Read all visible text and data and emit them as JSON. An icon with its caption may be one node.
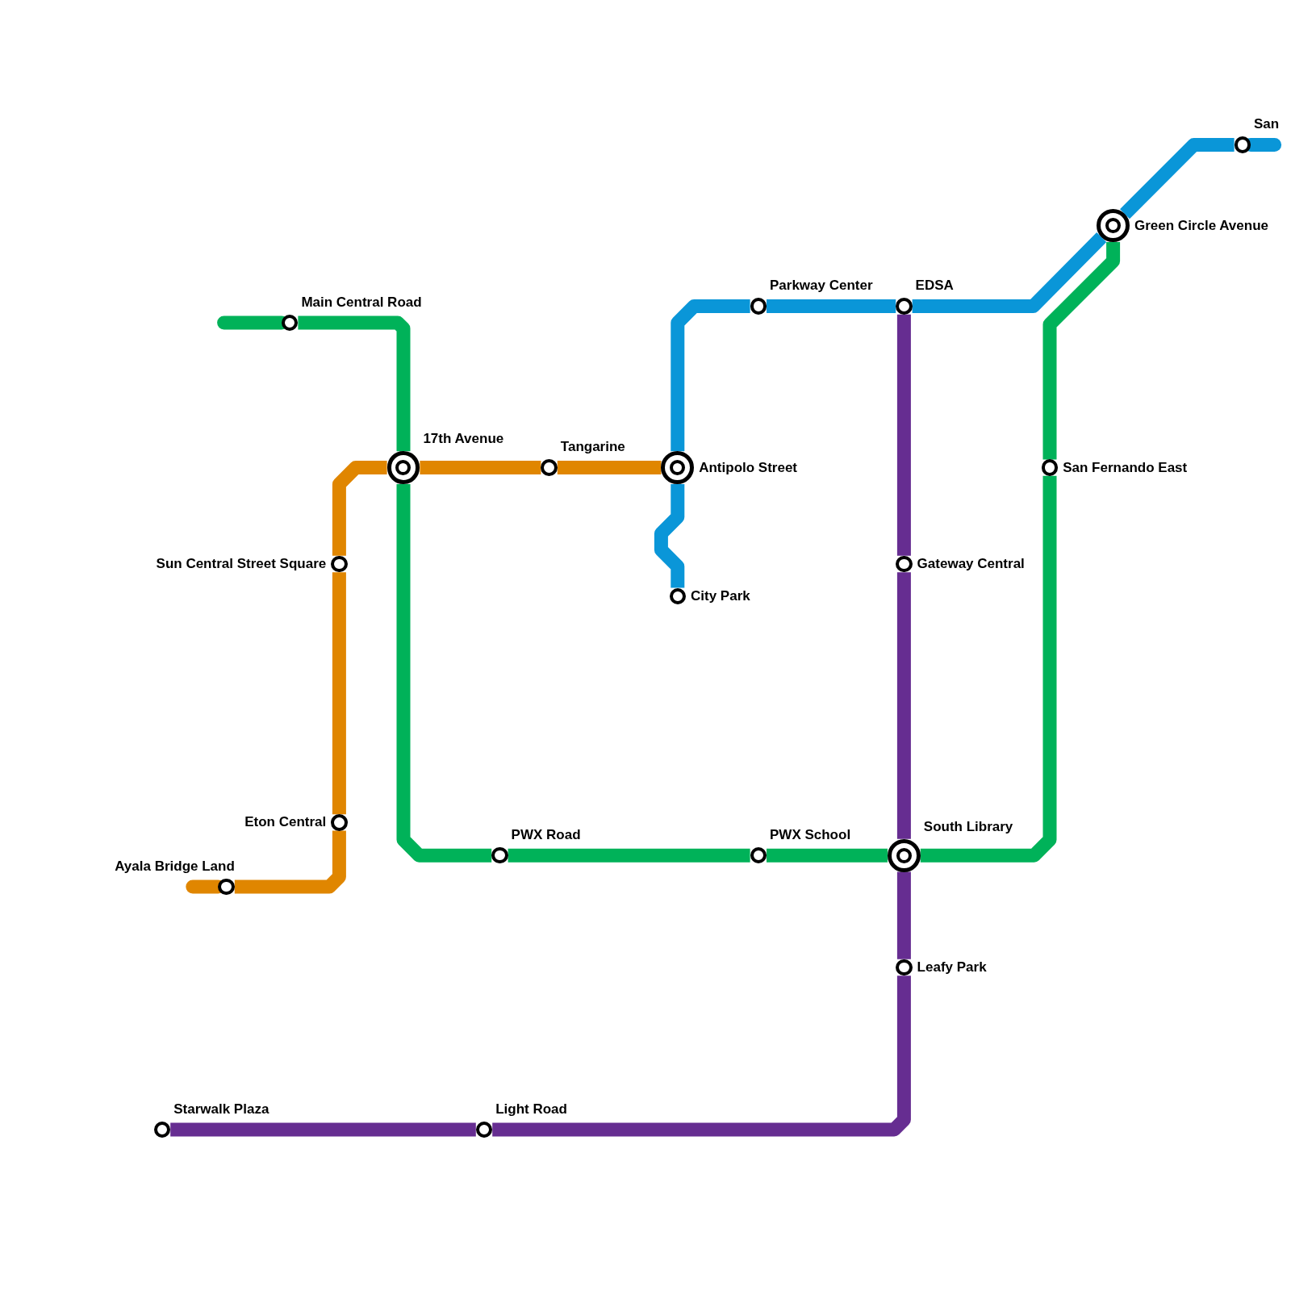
{
  "diagram": {
    "nodes": [
      {
        "text": [],
        "shape": "circle",
        "beside": [
          "San"
        ]
      },
      {
        "text": [],
        "shape": "circle",
        "beside": [
          "Green Circle Avenue"
        ]
      },
      {
        "text": [],
        "shape": "circle",
        "beside": [
          "Parkway Center"
        ]
      },
      {
        "text": [],
        "shape": "circle",
        "beside": [
          "EDSA"
        ]
      },
      {
        "text": [],
        "shape": "circle",
        "beside": [
          "Main Central Road"
        ]
      },
      {
        "text": [],
        "shape": "circle",
        "beside": [
          "17th Avenue"
        ]
      },
      {
        "text": [],
        "shape": "circle",
        "beside": [
          "Tangarine"
        ]
      },
      {
        "text": [],
        "shape": "circle",
        "beside": [
          "Antipolo Street"
        ]
      },
      {
        "text": [],
        "shape": "circle",
        "beside": [
          "San Fernando East"
        ]
      },
      {
        "text": [],
        "shape": "circle",
        "beside": [
          "Sun Central Street Square"
        ]
      },
      {
        "text": [],
        "shape": "circle",
        "beside": [
          "Gateway Central"
        ]
      },
      {
        "text": [],
        "shape": "circle",
        "beside": [
          "City Park"
        ]
      },
      {
        "text": [],
        "shape": "circle",
        "beside": [
          "Eton Central"
        ]
      },
      {
        "text": [],
        "shape": "circle",
        "beside": [
          "PWX Road"
        ]
      },
      {
        "text": [],
        "shape": "circle",
        "beside": [
          "PWX School"
        ]
      },
      {
        "text": [],
        "shape": "circle",
        "beside": [
          "South Library"
        ]
      },
      {
        "text": [],
        "shape": "circle",
        "beside": [
          "Ayala Bridge Land"
        ]
      },
      {
        "text": [],
        "shape": "circle",
        "beside": [
          "Leafy Park"
        ]
      },
      {
        "text": [],
        "shape": "circle",
        "beside": [
          "Starwalk Plaza"
        ]
      },
      {
        "text": [],
        "shape": "circle",
        "beside": [
          "Light Road"
        ]
      }
    ],
    "edges": [
      {
        "from": null,
        "to": 4,
        "arrow": "none",
        "color": "#00b259"
      },
      {
        "from": 4,
        "to": 5,
        "arrow": "none",
        "color": "#00b259"
      },
      {
        "from": 5,
        "to": 13,
        "arrow": "none",
        "color": "#00b259"
      },
      {
        "from": 13,
        "to": 14,
        "arrow": "none",
        "color": "#00b259"
      },
      {
        "from": 14,
        "to": 15,
        "arrow": "none",
        "color": "#00b259"
      },
      {
        "from": 15,
        "to": 8,
        "arrow": "none",
        "color": "#00b259"
      },
      {
        "from": 8,
        "to": 1,
        "arrow": "none",
        "color": "#00b259"
      },
      {
        "from": 0,
        "to": null,
        "arrow": "none",
        "color": "#0a96d8"
      },
      {
        "from": 0,
        "to": 1,
        "arrow": "none",
        "color": "#0a96d8"
      },
      {
        "from": 1,
        "to": 3,
        "arrow": "none",
        "color": "#0a96d8"
      },
      {
        "from": 3,
        "to": 2,
        "arrow": "none",
        "color": "#0a96d8"
      },
      {
        "from": 2,
        "to": 7,
        "arrow": "none",
        "color": "#0a96d8"
      },
      {
        "from": 7,
        "to": 11,
        "arrow": "none",
        "color": "#0a96d8"
      },
      {
        "from": null,
        "to": 16,
        "arrow": "none",
        "color": "#e08600"
      },
      {
        "from": 16,
        "to": 12,
        "arrow": "none",
        "color": "#e08600"
      },
      {
        "from": 12,
        "to": 9,
        "arrow": "none",
        "color": "#e08600"
      },
      {
        "from": 9,
        "to": 5,
        "arrow": "none",
        "color": "#e08600"
      },
      {
        "from": 5,
        "to": 6,
        "arrow": "none",
        "color": "#e08600"
      },
      {
        "from": 6,
        "to": 7,
        "arrow": "none",
        "color": "#e08600"
      },
      {
        "from": 3,
        "to": 10,
        "arrow": "none",
        "color": "#662d91"
      },
      {
        "from": 10,
        "to": 15,
        "arrow": "none",
        "color": "#662d91"
      },
      {
        "from": 15,
        "to": 17,
        "arrow": "none",
        "color": "#662d91"
      },
      {
        "from": 17,
        "to": 19,
        "arrow": "none",
        "color": "#662d91"
      },
      {
        "from": 19,
        "to": 18,
        "arrow": "none",
        "color": "#662d91"
      }
    ]
  }
}
